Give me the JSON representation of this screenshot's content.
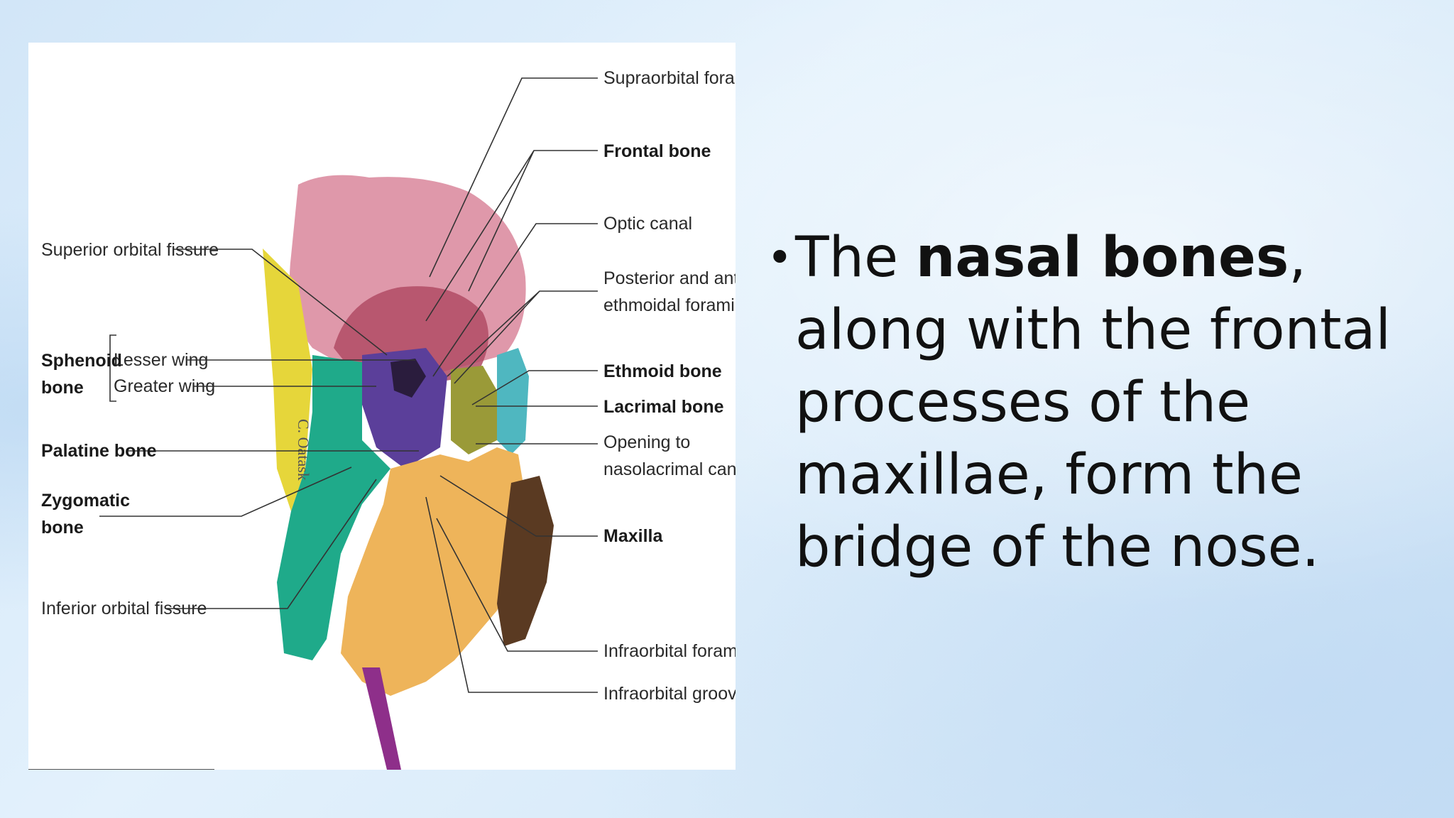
{
  "slide": {
    "bullet": {
      "prefix": "The ",
      "bold": "nasal bones",
      "rest": ", along with the frontal processes of the maxillae, form the bridge of the nose."
    }
  },
  "figure": {
    "labels_right": {
      "supraorbital_foramen": "Supraorbital foramen",
      "frontal_bone": "Frontal bone",
      "optic_canal": "Optic canal",
      "ethmoidal_foramina_1": "Posterior and anterior",
      "ethmoidal_foramina_2": "ethmoidal foramina",
      "ethmoid_bone": "Ethmoid bone",
      "lacrimal_bone": "Lacrimal bone",
      "nasolacrimal_1": "Opening to",
      "nasolacrimal_2": "nasolacrimal canal",
      "maxilla": "Maxilla",
      "infraorbital_foramen": "Infraorbital foramen",
      "infraorbital_groove": "Infraorbital groove"
    },
    "labels_left": {
      "superior_orbital_fissure": "Superior orbital fissure",
      "sphenoid_1": "Sphenoid",
      "sphenoid_2": "bone",
      "lesser_wing": "Lesser wing",
      "greater_wing": "Greater wing",
      "palatine_bone": "Palatine bone",
      "zygomatic_1": "Zygomatic",
      "zygomatic_2": "bone",
      "inferior_orbital_fissure": "Inferior orbital fissure"
    },
    "signature": "C. Oatask"
  },
  "colors": {
    "frontal": "#d9869b",
    "sphenoid": "#5b3f9a",
    "ethmoid": "#9a9a38",
    "lacrimal": "#4fb7c0",
    "zygomatic": "#1faa8a",
    "maxilla": "#eeb45a",
    "palatine": "#8e2f8a",
    "yellow_bone": "#e6d63a"
  }
}
